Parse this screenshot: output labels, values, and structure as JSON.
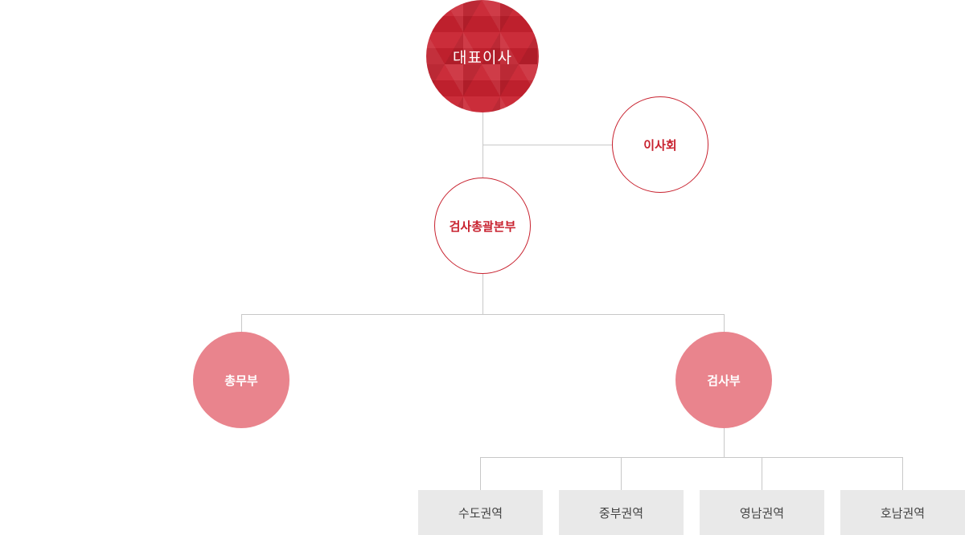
{
  "org": {
    "ceo": "대표이사",
    "board": "이사회",
    "hq": "검사총괄본부",
    "departments": {
      "general_affairs": "총무부",
      "inspection": "검사부"
    },
    "regions": [
      "수도권역",
      "중부권역",
      "영남권역",
      "호남권역"
    ]
  },
  "colors": {
    "primary_red": "#c8222f",
    "pink": "#e9848d",
    "region_bg": "#e9e9e9",
    "connector": "#c8c8c8"
  }
}
